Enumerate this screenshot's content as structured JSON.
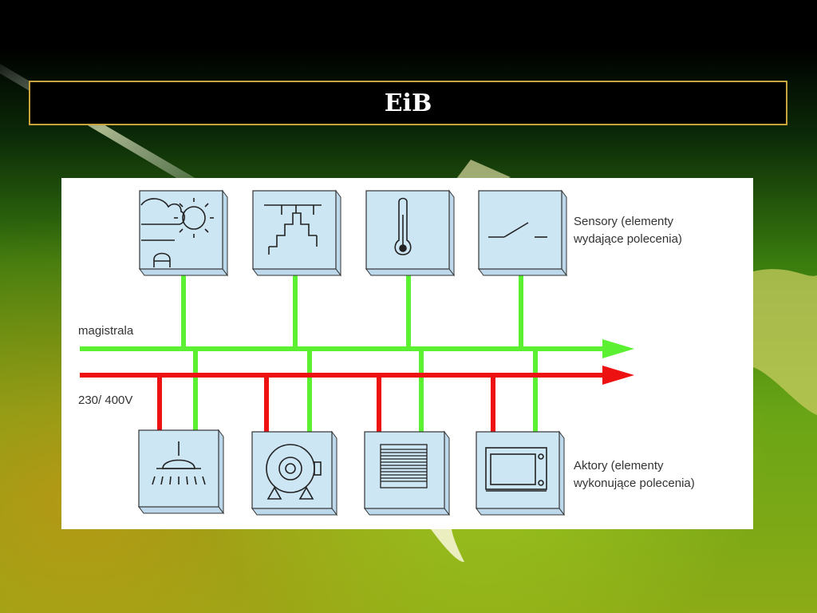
{
  "title": "EiB",
  "labels": {
    "sensors_line1": "Sensory (elementy",
    "sensors_line2": "wydające polecenia)",
    "actors_line1": "Aktory (elementy",
    "actors_line2": "wykonujące polecenia)",
    "bus": "magistrala",
    "power": "230/ 400V"
  },
  "icons": {
    "sensors": [
      "weather-station-icon",
      "staircase-light-icon",
      "thermometer-icon",
      "switch-icon"
    ],
    "actors": [
      "ceiling-lamp-icon",
      "motor-icon",
      "blinds-icon",
      "heater-panel-icon"
    ]
  },
  "colors": {
    "bus_line": "#5cf032",
    "power_line": "#ee1111",
    "device_face": "#cde6f4",
    "device_side": "#bdd8ea",
    "title_border": "#c9a43a"
  }
}
